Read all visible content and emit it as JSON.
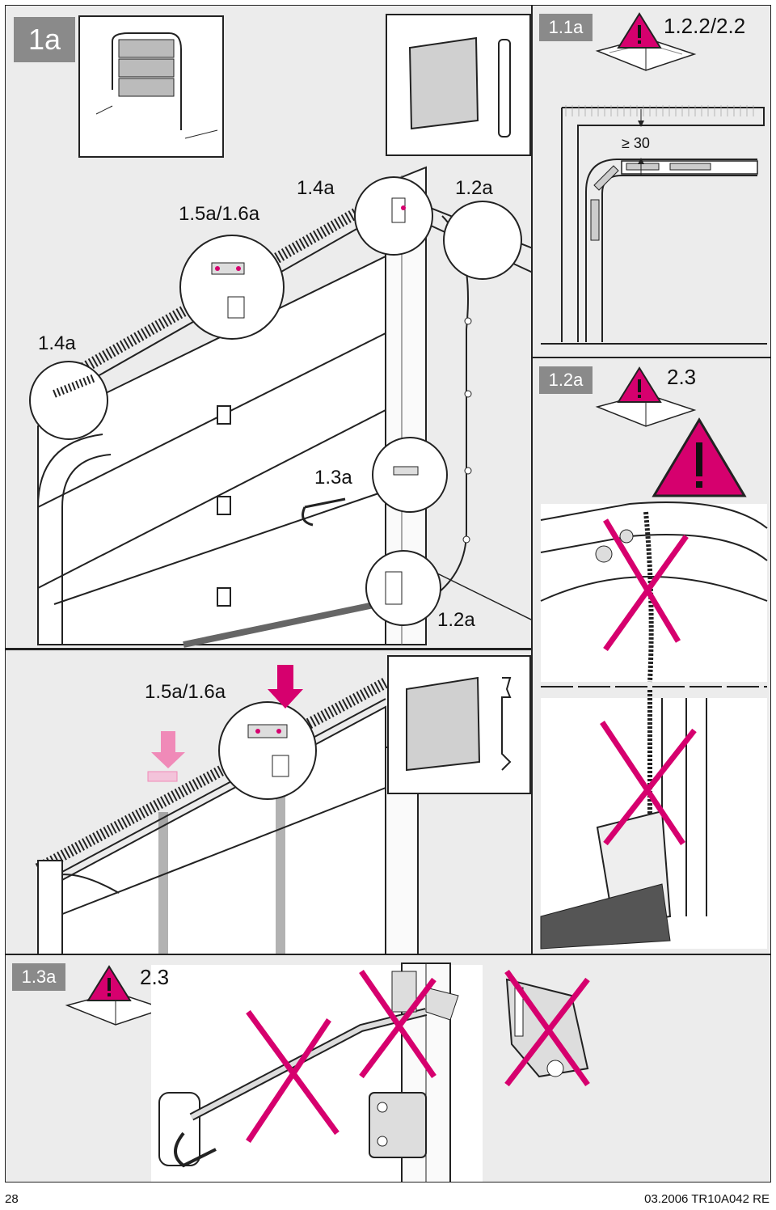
{
  "main_panel": {
    "tag": "1a",
    "callouts": {
      "c_1_5a_top": "1.5a/1.6a",
      "c_1_4a_top": "1.4a",
      "c_1_2a_top": "1.2a",
      "c_1_4a_left": "1.4a",
      "c_1_3a": "1.3a",
      "c_1_2a_bottom": "1.2a"
    }
  },
  "middle_panel": {
    "callout": "1.5a/1.6a"
  },
  "panel_1_1a": {
    "tag": "1.1a",
    "reference": "1.2.2/2.2",
    "dimension": "≥ 30"
  },
  "panel_1_2a": {
    "tag": "1.2a",
    "reference": "2.3"
  },
  "panel_1_3a": {
    "tag": "1.3a",
    "reference": "2.3"
  },
  "colors": {
    "warning": "#d6006e",
    "tag_gray": "#8a8a8a",
    "panel_bg": "#ececec"
  },
  "icons": [
    "warning-triangle-icon",
    "manual-book-icon",
    "prohibited-cross-icon",
    "down-arrow-icon"
  ],
  "footer": {
    "page_number": "28",
    "doc_code": "03.2006  TR10A042  RE"
  }
}
